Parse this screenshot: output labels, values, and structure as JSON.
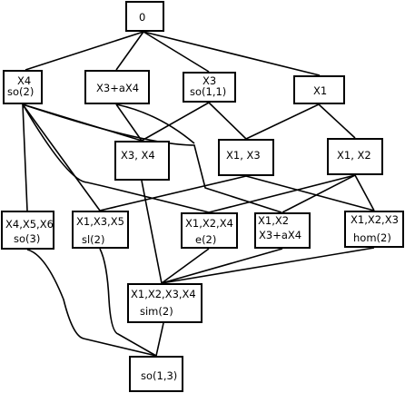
{
  "nodes": [
    {
      "id": "n0",
      "lines": [
        "0"
      ]
    },
    {
      "id": "x4",
      "lines": [
        "X4",
        "so(2)"
      ]
    },
    {
      "id": "x3ax4",
      "lines": [
        "X3+aX4"
      ]
    },
    {
      "id": "x3",
      "lines": [
        "X3",
        "so(1,1)"
      ]
    },
    {
      "id": "x1",
      "lines": [
        "X1"
      ]
    },
    {
      "id": "x3x4",
      "lines": [
        "X3, X4"
      ]
    },
    {
      "id": "x1x3",
      "lines": [
        "X1, X3"
      ]
    },
    {
      "id": "x1x2",
      "lines": [
        "X1, X2"
      ]
    },
    {
      "id": "x4x5x6",
      "lines": [
        "X4,X5,X6",
        "so(3)"
      ]
    },
    {
      "id": "x1x3x5",
      "lines": [
        "X1,X3,X5",
        "sl(2)"
      ]
    },
    {
      "id": "x1x2x4",
      "lines": [
        "X1,X2,X4",
        "e(2)"
      ]
    },
    {
      "id": "x1x2x3ax4",
      "lines": [
        "X1,X2",
        "X3+aX4"
      ]
    },
    {
      "id": "x1x2x3",
      "lines": [
        "X1,X2,X3",
        "hom(2)"
      ]
    },
    {
      "id": "x1x2x3x4",
      "lines": [
        "X1,X2,X3,X4",
        "sim(2)"
      ]
    },
    {
      "id": "so13",
      "lines": [
        "so(1,3)"
      ]
    }
  ],
  "edges": [
    [
      "n0",
      "x4"
    ],
    [
      "n0",
      "x3ax4"
    ],
    [
      "n0",
      "x3"
    ],
    [
      "n0",
      "x1"
    ],
    [
      "x4",
      "x3x4"
    ],
    [
      "x4",
      "x1x3"
    ],
    [
      "x4",
      "x4x5x6"
    ],
    [
      "x4",
      "x1x3x5"
    ],
    [
      "x4",
      "x1x2x4"
    ],
    [
      "x3ax4",
      "x3x4"
    ],
    [
      "x3ax4",
      "x1x2x3ax4"
    ],
    [
      "x3",
      "x3x4"
    ],
    [
      "x3",
      "x1x3"
    ],
    [
      "x1",
      "x1x3"
    ],
    [
      "x1",
      "x1x2"
    ],
    [
      "x3x4",
      "x1x2x3x4"
    ],
    [
      "x1x3",
      "x1x3x5"
    ],
    [
      "x1x3",
      "x1x2x3"
    ],
    [
      "x1x2",
      "x1x2x4"
    ],
    [
      "x1x2",
      "x1x2x3ax4"
    ],
    [
      "x1x2",
      "x1x2x3"
    ],
    [
      "x1x2x4",
      "x1x2x3x4"
    ],
    [
      "x1x2x3ax4",
      "x1x2x3x4"
    ],
    [
      "x1x2x3",
      "x1x2x3x4"
    ],
    [
      "x1x2x3x4",
      "so13"
    ],
    [
      "x4x5x6",
      "so13"
    ],
    [
      "x1x3x5",
      "so13"
    ]
  ]
}
